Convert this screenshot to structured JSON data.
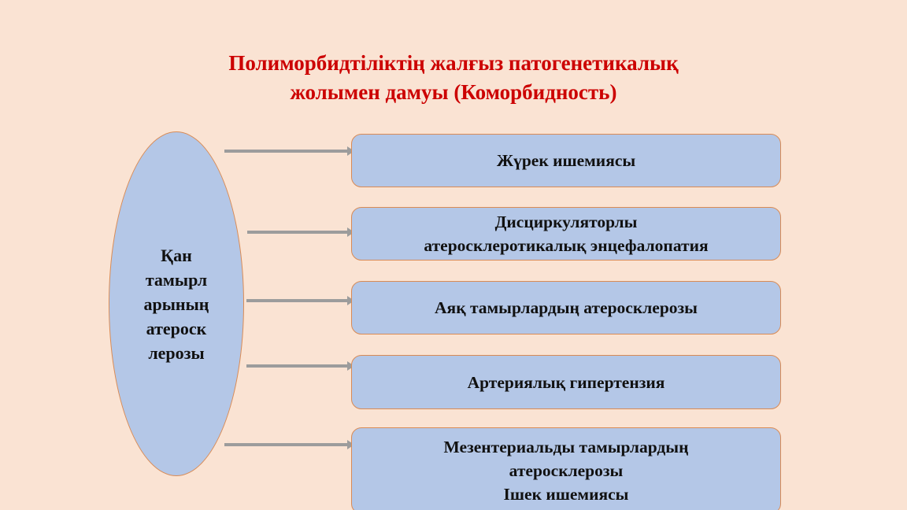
{
  "slide": {
    "background_color": "#fae3d3",
    "title_color": "#cc0000",
    "node_fill_color": "#b4c7e7",
    "node_border_color": "#d98b55",
    "connector_color": "#9c9c9c",
    "text_color": "#111111"
  },
  "title": {
    "line1": "Полиморбидтіліктің жалғыз патогенетикалық",
    "line2": "жолымен дамуы (Коморбидность)"
  },
  "source_node": {
    "label": "Қан\nтамырл\nарының\nатероск\nлерозы",
    "shape": "ellipse"
  },
  "nodes": [
    {
      "label": "Жүрек ишемиясы"
    },
    {
      "label": "Дисциркуляторлы\nатеросклеротикалық энцефалопатия"
    },
    {
      "label": "Аяқ тамырлардың атеросклерозы"
    },
    {
      "label": "Артериялық гипертензия"
    },
    {
      "label": "Мезентериальды тамырлардың\nатеросклерозы\nІшек ишемиясы"
    }
  ],
  "connectors": [
    {
      "name": "arrow-to-node-0"
    },
    {
      "name": "arrow-to-node-1"
    },
    {
      "name": "arrow-to-node-2"
    },
    {
      "name": "arrow-to-node-3"
    },
    {
      "name": "arrow-to-node-4"
    }
  ]
}
